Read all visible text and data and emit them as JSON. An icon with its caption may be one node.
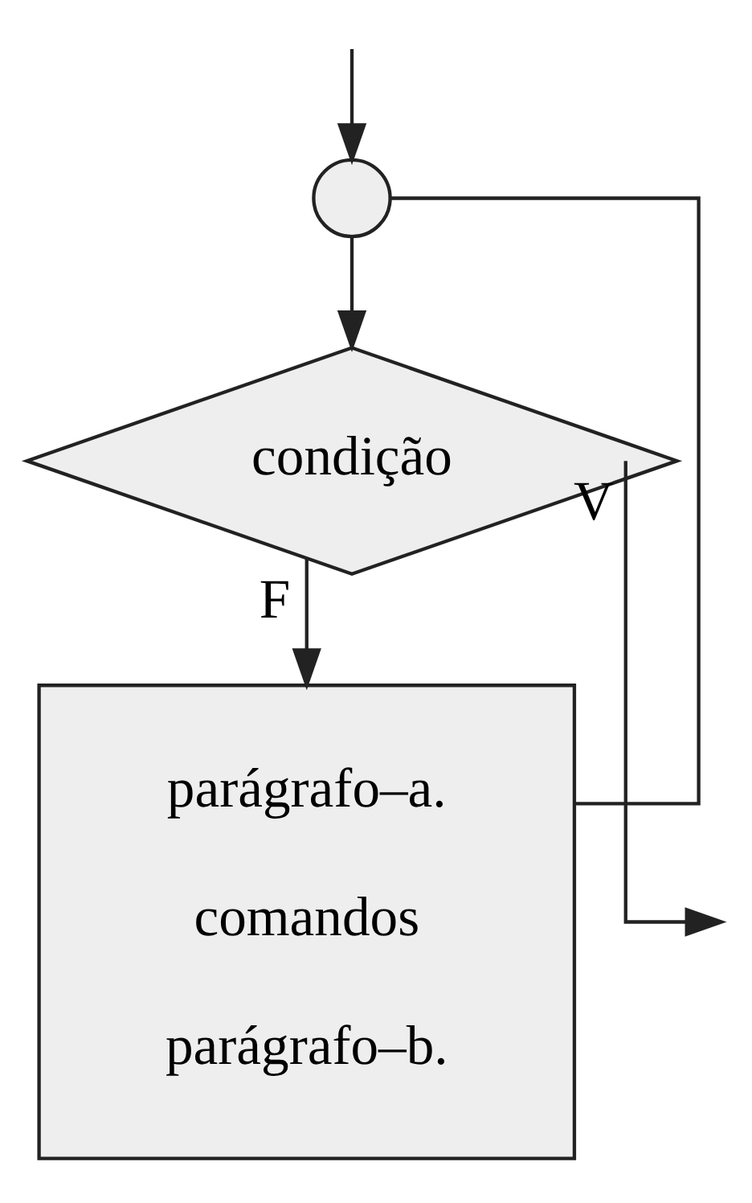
{
  "diagram": {
    "nodes": [
      {
        "text": [],
        "shape": "circle"
      },
      {
        "text": [
          "condição"
        ]
      },
      {
        "text": [
          "parágrafo–a.",
          "comandos",
          "parágrafo–b."
        ]
      }
    ],
    "edges": [
      {
        "from": null,
        "to": 0,
        "arrow": "to"
      },
      {
        "from": 0,
        "to": 1,
        "arrow": "to"
      },
      {
        "from": 1,
        "to": 2,
        "label": "F",
        "arrow": "to"
      },
      {
        "from": 2,
        "to": 0,
        "arrow": "none"
      },
      {
        "from": 1,
        "to": null,
        "label": "V",
        "arrow": "to"
      }
    ]
  }
}
